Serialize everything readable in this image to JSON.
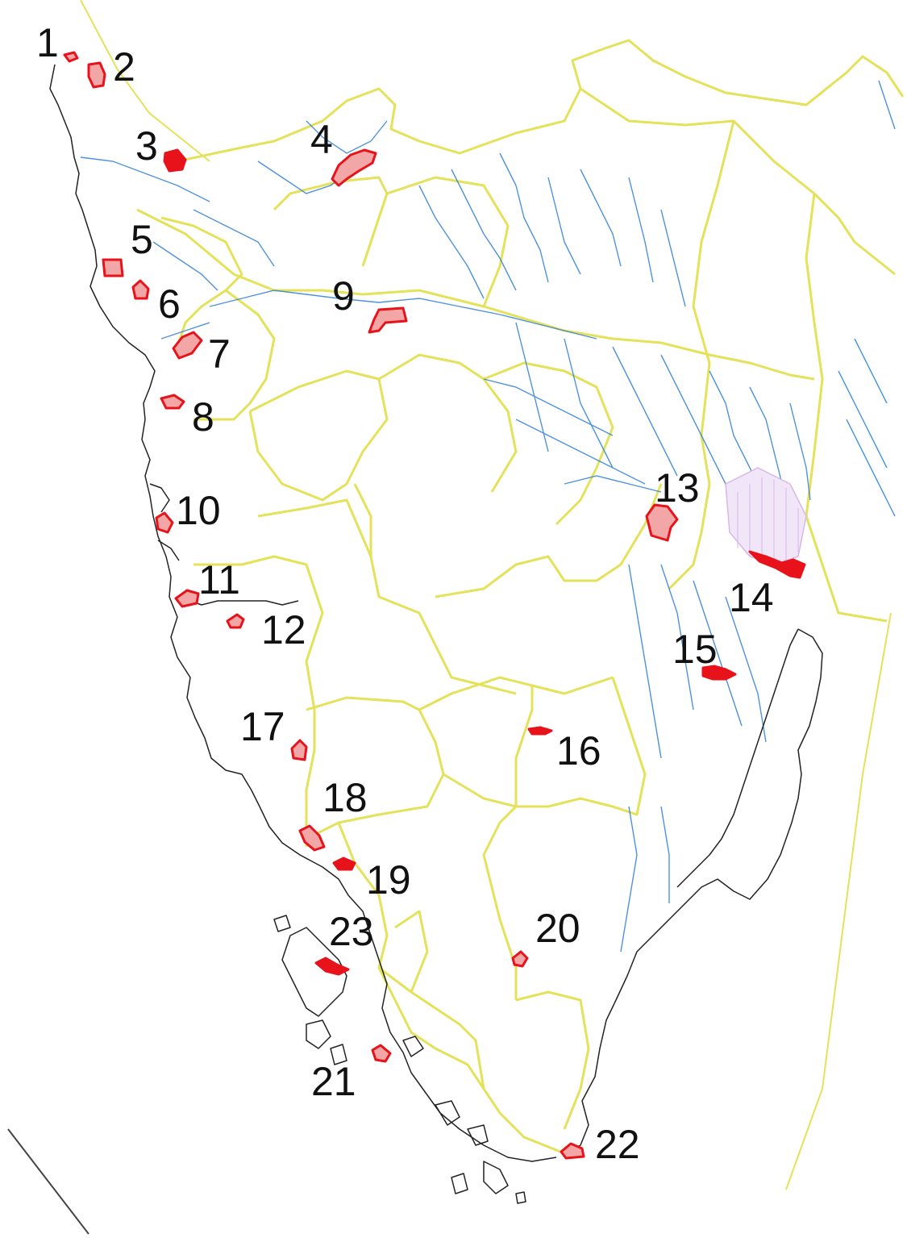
{
  "map": {
    "colors": {
      "boundary": "#e4e25a",
      "river": "#2f7fd6",
      "coast": "#222222",
      "site": "#e8121a",
      "label": "#111111",
      "lagoon": "#d7b8e8"
    },
    "sites": [
      {
        "id": 1,
        "label": "1"
      },
      {
        "id": 2,
        "label": "2"
      },
      {
        "id": 3,
        "label": "3"
      },
      {
        "id": 4,
        "label": "4"
      },
      {
        "id": 5,
        "label": "5"
      },
      {
        "id": 6,
        "label": "6"
      },
      {
        "id": 7,
        "label": "7"
      },
      {
        "id": 8,
        "label": "8"
      },
      {
        "id": 9,
        "label": "9"
      },
      {
        "id": 10,
        "label": "10"
      },
      {
        "id": 11,
        "label": "11"
      },
      {
        "id": 12,
        "label": "12"
      },
      {
        "id": 13,
        "label": "13"
      },
      {
        "id": 14,
        "label": "14"
      },
      {
        "id": 15,
        "label": "15"
      },
      {
        "id": 16,
        "label": "16"
      },
      {
        "id": 17,
        "label": "17"
      },
      {
        "id": 18,
        "label": "18"
      },
      {
        "id": 19,
        "label": "19"
      },
      {
        "id": 20,
        "label": "20"
      },
      {
        "id": 21,
        "label": "21"
      },
      {
        "id": 22,
        "label": "22"
      },
      {
        "id": 23,
        "label": "23"
      }
    ]
  }
}
